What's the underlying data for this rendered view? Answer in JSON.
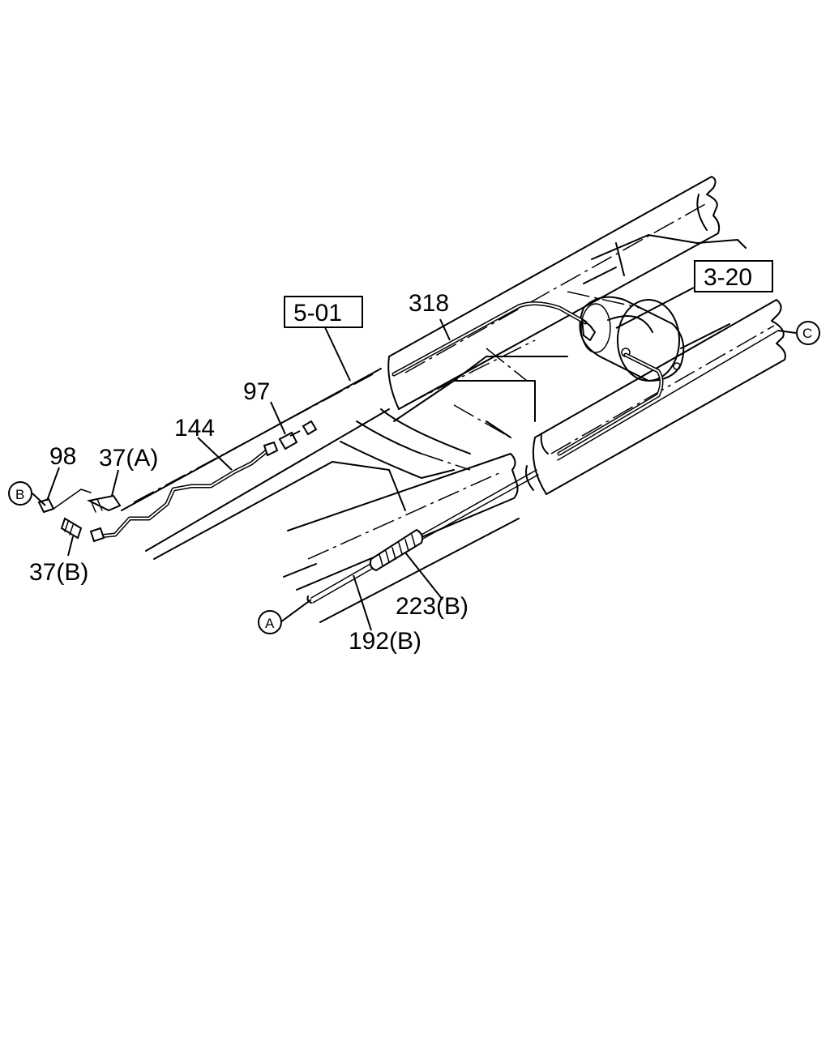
{
  "diagram": {
    "labels": {
      "p318": "318",
      "p3_20": "3-20",
      "p5_01": "5-01",
      "p97": "97",
      "p144": "144",
      "p98": "98",
      "p37a": "37(A)",
      "p37b": "37(B)",
      "p223b": "223(B)",
      "p192b": "192(B)"
    },
    "connectors": {
      "a": "A",
      "b": "B",
      "c": "C"
    }
  }
}
